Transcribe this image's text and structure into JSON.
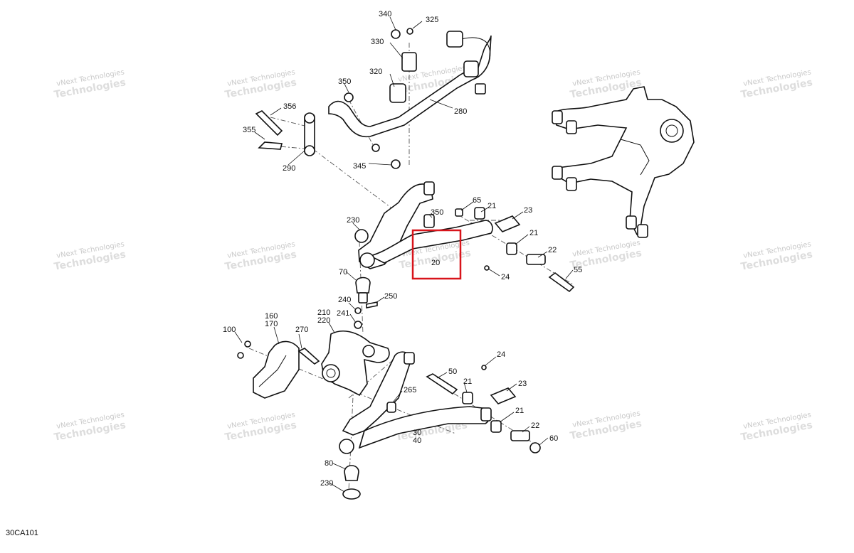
{
  "diagram": {
    "reference_code": "30CA101",
    "highlight_color": "#d8141b",
    "watermark": {
      "line1": "vNext Technologies",
      "line2": "Technologies"
    },
    "part_labels": [
      {
        "id": "340",
        "text": "340"
      },
      {
        "id": "325",
        "text": "325"
      },
      {
        "id": "330",
        "text": "330"
      },
      {
        "id": "320",
        "text": "320"
      },
      {
        "id": "350a",
        "text": "350"
      },
      {
        "id": "280",
        "text": "280"
      },
      {
        "id": "356",
        "text": "356"
      },
      {
        "id": "355",
        "text": "355"
      },
      {
        "id": "290",
        "text": "290"
      },
      {
        "id": "345",
        "text": "345"
      },
      {
        "id": "65",
        "text": "65"
      },
      {
        "id": "21a",
        "text": "21"
      },
      {
        "id": "23a",
        "text": "23"
      },
      {
        "id": "350b",
        "text": "350"
      },
      {
        "id": "230a",
        "text": "230"
      },
      {
        "id": "21b",
        "text": "21"
      },
      {
        "id": "22a",
        "text": "22"
      },
      {
        "id": "20",
        "text": "20"
      },
      {
        "id": "55",
        "text": "55"
      },
      {
        "id": "24a",
        "text": "24"
      },
      {
        "id": "70",
        "text": "70"
      },
      {
        "id": "250",
        "text": "250"
      },
      {
        "id": "240",
        "text": "240"
      },
      {
        "id": "241",
        "text": "241"
      },
      {
        "id": "210",
        "text": "210"
      },
      {
        "id": "220",
        "text": "220"
      },
      {
        "id": "160",
        "text": "160"
      },
      {
        "id": "170",
        "text": "170"
      },
      {
        "id": "100",
        "text": "100"
      },
      {
        "id": "270",
        "text": "270"
      },
      {
        "id": "24b",
        "text": "24"
      },
      {
        "id": "50",
        "text": "50"
      },
      {
        "id": "23b",
        "text": "23"
      },
      {
        "id": "21c",
        "text": "21"
      },
      {
        "id": "265",
        "text": "265"
      },
      {
        "id": "21d",
        "text": "21"
      },
      {
        "id": "22b",
        "text": "22"
      },
      {
        "id": "30",
        "text": "30"
      },
      {
        "id": "40",
        "text": "40"
      },
      {
        "id": "60",
        "text": "60"
      },
      {
        "id": "80",
        "text": "80"
      },
      {
        "id": "230b",
        "text": "230"
      }
    ]
  }
}
